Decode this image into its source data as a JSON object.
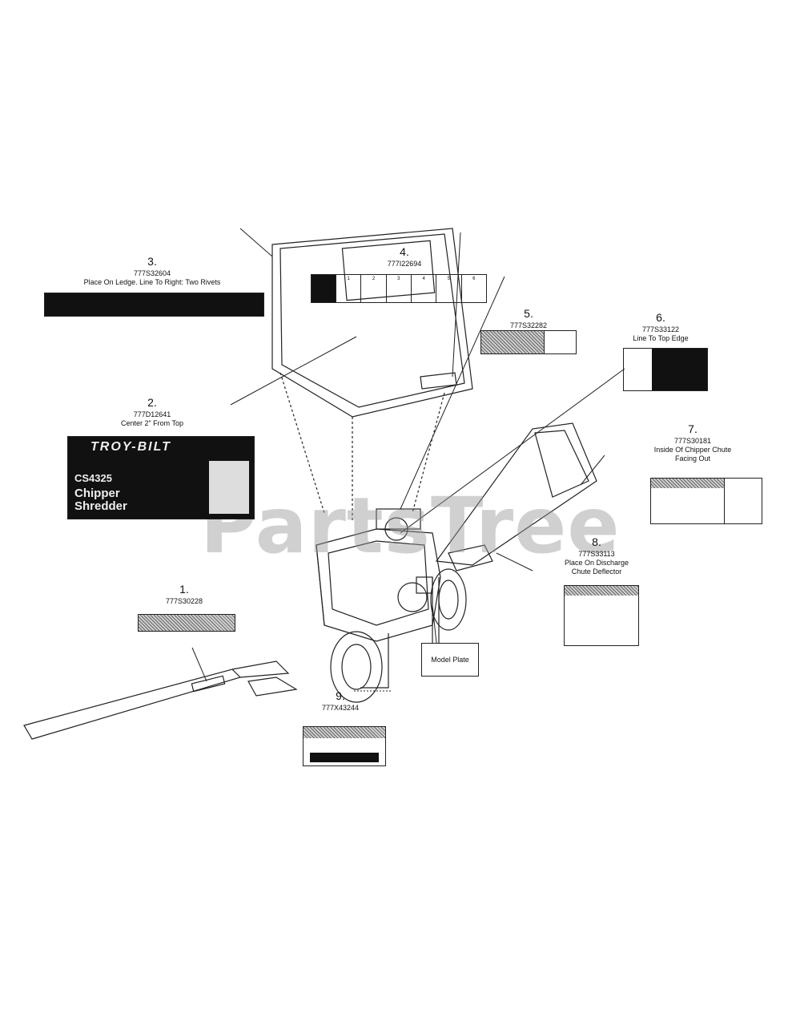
{
  "watermark": "PartsTree",
  "model_plate_label": "Model Plate",
  "callouts": [
    {
      "num": "1.",
      "part": "777S30228",
      "note": ""
    },
    {
      "num": "2.",
      "part": "777D12641",
      "note": "Center 2\" From Top"
    },
    {
      "num": "3.",
      "part": "777S32604",
      "note": "Place On Ledge. Line To Right: Two Rivets"
    },
    {
      "num": "4.",
      "part": "777I22694",
      "note": ""
    },
    {
      "num": "5.",
      "part": "777S32282",
      "note": ""
    },
    {
      "num": "6.",
      "part": "777S33122",
      "note": "Line To Top Edge"
    },
    {
      "num": "7.",
      "part": "777S30181",
      "note": "Inside Of Chipper Chute",
      "note2": "Facing Out"
    },
    {
      "num": "8.",
      "part": "777S33113",
      "note": "Place On Discharge",
      "note2": "Chute Deflector"
    },
    {
      "num": "9.",
      "part": "777X43244",
      "note": ""
    }
  ],
  "decal2": {
    "brand": "TROY-BILT",
    "model": "CS4325",
    "product_line1": "Chipper",
    "product_line2": "Shredder"
  },
  "decal4": {
    "steps": [
      "1",
      "2",
      "3",
      "4",
      "5",
      "6"
    ]
  }
}
